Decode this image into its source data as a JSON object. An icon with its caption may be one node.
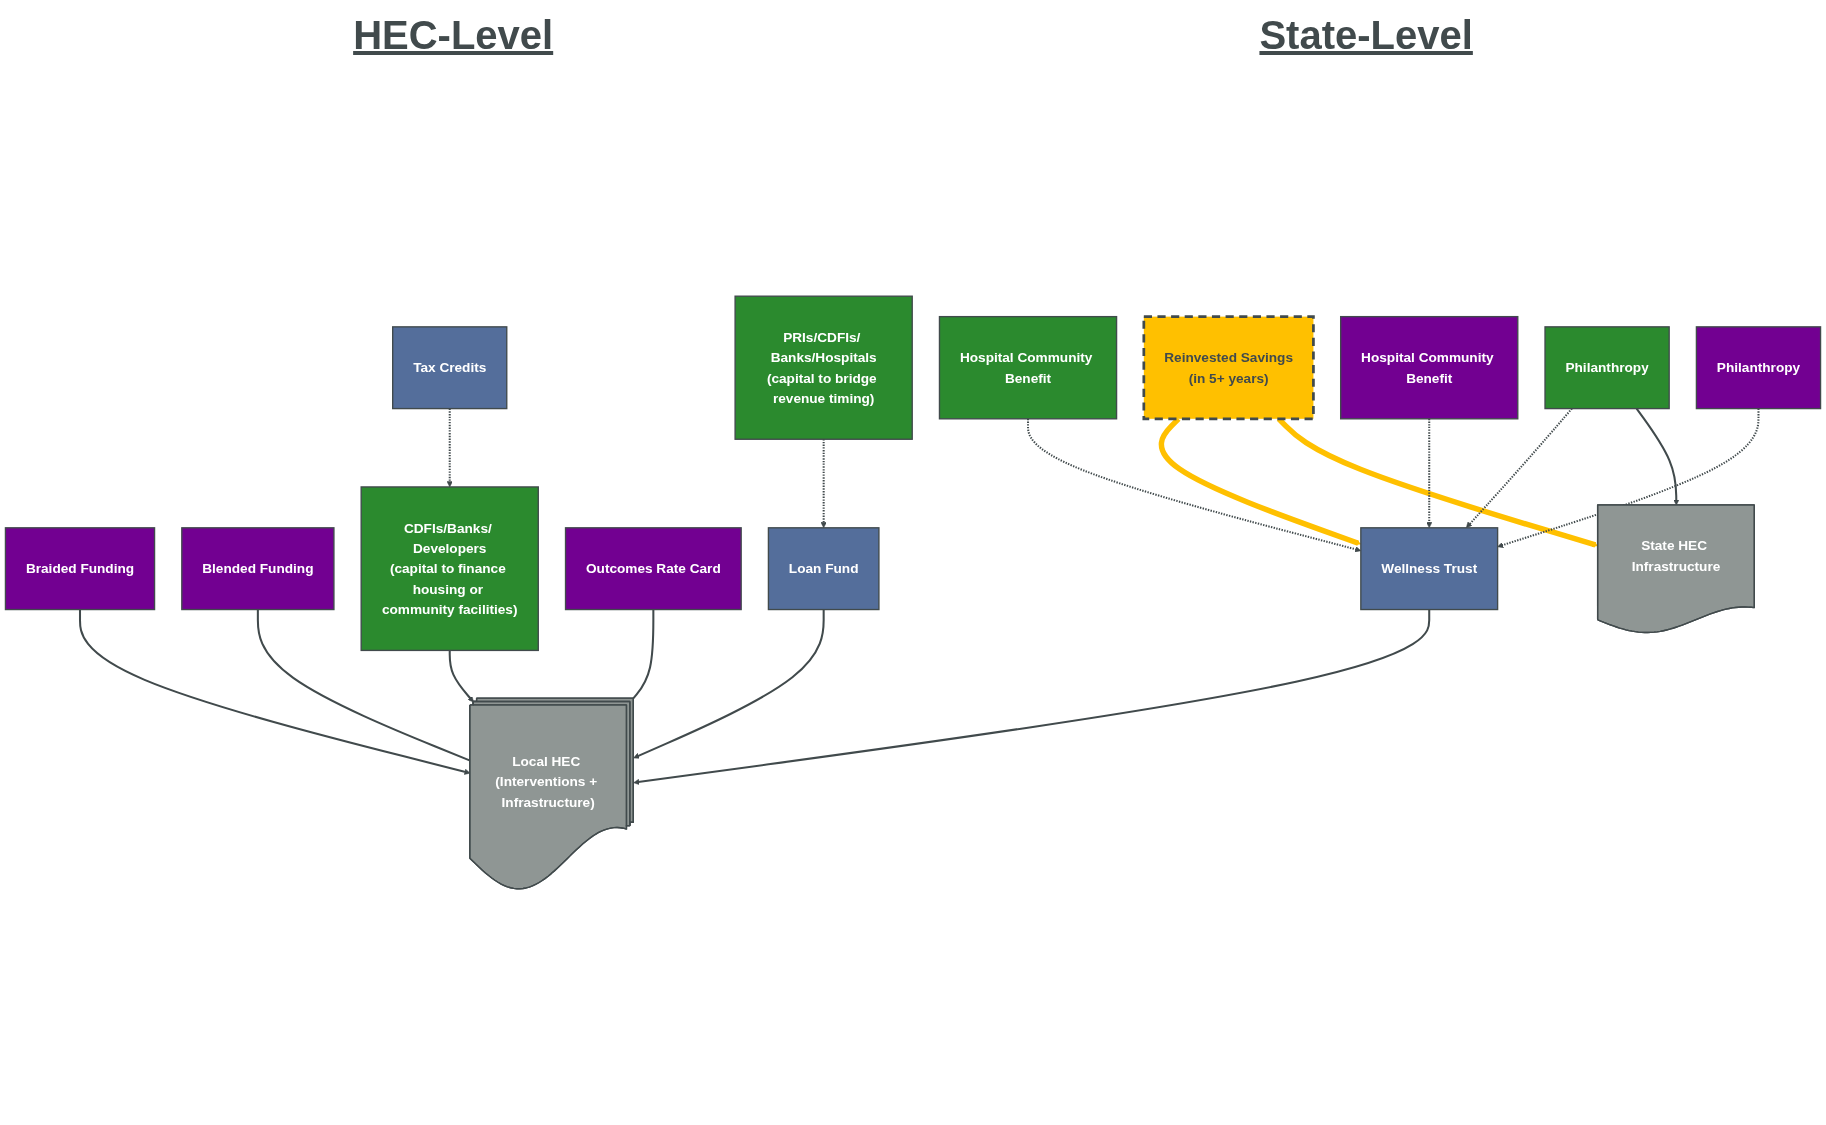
{
  "diagram": {
    "nodes": [
      {
        "text": [
          "Tax Credits"
        ]
      },
      {
        "text": [
          "Braided Funding"
        ]
      },
      {
        "text": [
          "Reinvested Savings",
          "(in 5+ years)"
        ]
      },
      {
        "text": [
          "Blended Funding"
        ]
      },
      {
        "text": [
          "CDFIs/Banks/ Developers",
          "(capital to finance housing or community facilities)"
        ]
      },
      {
        "text": [
          "Local HEC (Interventions + Infrastructure)"
        ]
      },
      {
        "text": [
          "Outcomes Rate Card"
        ]
      },
      {
        "text": [
          "Loan Fund"
        ]
      },
      {
        "text": [
          "PRIs/CDFIs/ Banks/Hospitals",
          "(capital to bridge revenue timing)"
        ]
      },
      {
        "text": [
          "Wellness Trust"
        ]
      },
      {
        "text": [
          "Philanthropy"
        ]
      },
      {
        "text": [
          "State HEC Infrastructure"
        ]
      },
      {
        "text": [
          "Hospital Community Benefit"
        ]
      },
      {
        "text": [
          "Hospital Community Benefit"
        ]
      },
      {
        "text": [
          "Philanthropy"
        ]
      }
    ],
    "edges": [
      {
        "from": 0,
        "to": 4,
        "arrow": "to",
        "style": "dashed"
      },
      {
        "from": 1,
        "to": 5,
        "arrow": "to"
      },
      {
        "from": 4,
        "to": 5,
        "arrow": "to"
      },
      {
        "from": 3,
        "to": 5,
        "arrow": "none"
      },
      {
        "from": 6,
        "to": 5,
        "arrow": "none"
      },
      {
        "from": 7,
        "to": 5,
        "arrow": "to"
      },
      {
        "from": 9,
        "to": 5,
        "arrow": "to"
      },
      {
        "from": 2,
        "to": 9,
        "arrow": "to",
        "style": "thick",
        "color": "#ffc000"
      },
      {
        "from": 2,
        "to": 11,
        "arrow": "to",
        "style": "thick",
        "color": "#ffc000"
      },
      {
        "from": 8,
        "to": 7,
        "arrow": "to",
        "style": "dashed"
      },
      {
        "from": 10,
        "to": 9,
        "arrow": "to",
        "style": "dashed"
      },
      {
        "from": 10,
        "to": 11,
        "arrow": "to"
      },
      {
        "from": 12,
        "to": 9,
        "arrow": "to",
        "style": "dashed"
      },
      {
        "from": 13,
        "to": 9,
        "arrow": "to",
        "style": "dashed"
      },
      {
        "from": 14,
        "to": 9,
        "arrow": "to",
        "style": "dashed"
      }
    ],
    "labels": [
      "HEC-Level",
      "State-Level"
    ]
  }
}
